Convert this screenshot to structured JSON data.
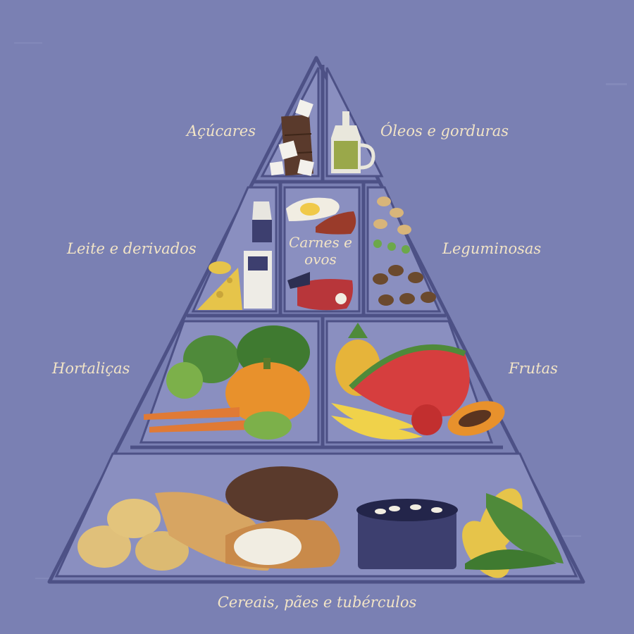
{
  "pyramid": {
    "levels": [
      {
        "name": "top",
        "groups": [
          {
            "id": "acucares",
            "label": "Açúcares",
            "icon": "sugar-chocolate-icon"
          },
          {
            "id": "oleos",
            "label": "Óleos e gorduras",
            "icon": "oil-bottle-icon"
          }
        ]
      },
      {
        "name": "second",
        "groups": [
          {
            "id": "leite",
            "label": "Leite e derivados",
            "icon": "dairy-icon"
          },
          {
            "id": "carnes",
            "label": "Carnes e ovos",
            "icon": "meat-eggs-icon"
          },
          {
            "id": "leguminosas",
            "label": "Leguminosas",
            "icon": "beans-icon"
          }
        ]
      },
      {
        "name": "third",
        "groups": [
          {
            "id": "hortalicas",
            "label": "Hortaliças",
            "icon": "vegetables-icon"
          },
          {
            "id": "frutas",
            "label": "Frutas",
            "icon": "fruits-icon"
          }
        ]
      },
      {
        "name": "base",
        "groups": [
          {
            "id": "cereais",
            "label": "Cereais, pães e tubérculos",
            "icon": "bread-grains-icon"
          }
        ]
      }
    ]
  },
  "colors": {
    "background": "#7a80b3",
    "frame": "#4d5186",
    "label": "#f2e4c6"
  }
}
